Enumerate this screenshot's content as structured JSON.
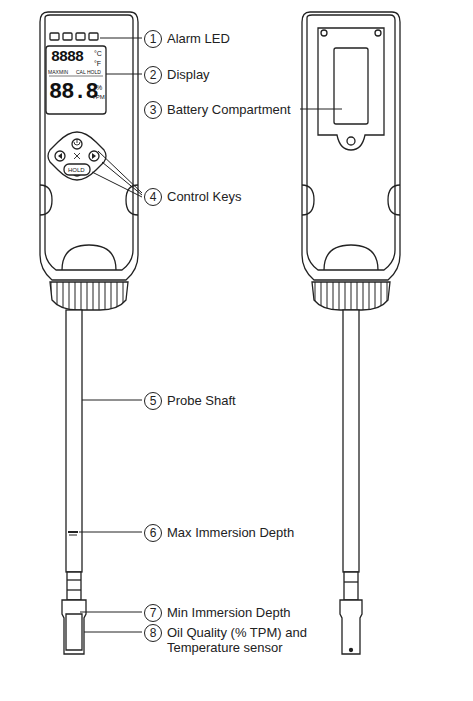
{
  "diagram": {
    "nodes": [
      {
        "text": [
          "1",
          "Alarm LED"
        ]
      },
      {
        "text": [
          "2",
          "Display"
        ]
      },
      {
        "text": [
          "3",
          "Battery Compartment"
        ]
      },
      {
        "text": [
          "4",
          "Control Keys"
        ]
      },
      {
        "text": [
          "5",
          "Probe Shaft"
        ]
      },
      {
        "text": [
          "6",
          "Max Immersion Depth"
        ]
      },
      {
        "text": [
          "7",
          "Min Immersion Depth"
        ]
      },
      {
        "text": [
          "8",
          "Oil Quality (% TPM) and Temperature sensor"
        ]
      }
    ],
    "labels": [
      "8888",
      "°C",
      "°F",
      "MAX",
      "MIN",
      "CAL",
      "HOLD",
      "88.8",
      "%",
      "TPM",
      "HOLD"
    ]
  }
}
